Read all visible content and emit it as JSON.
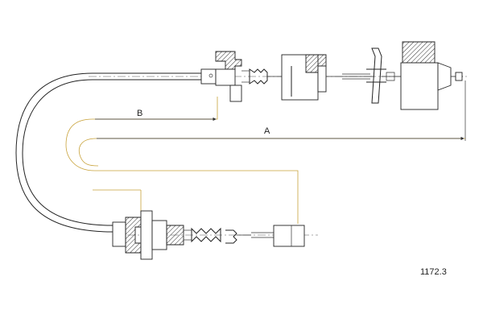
{
  "diagram": {
    "dimension_a": "A",
    "dimension_b": "B",
    "part_number": "1172.3"
  },
  "colors": {
    "line": "#222222",
    "dimension_arrow": "#c8a23a"
  }
}
